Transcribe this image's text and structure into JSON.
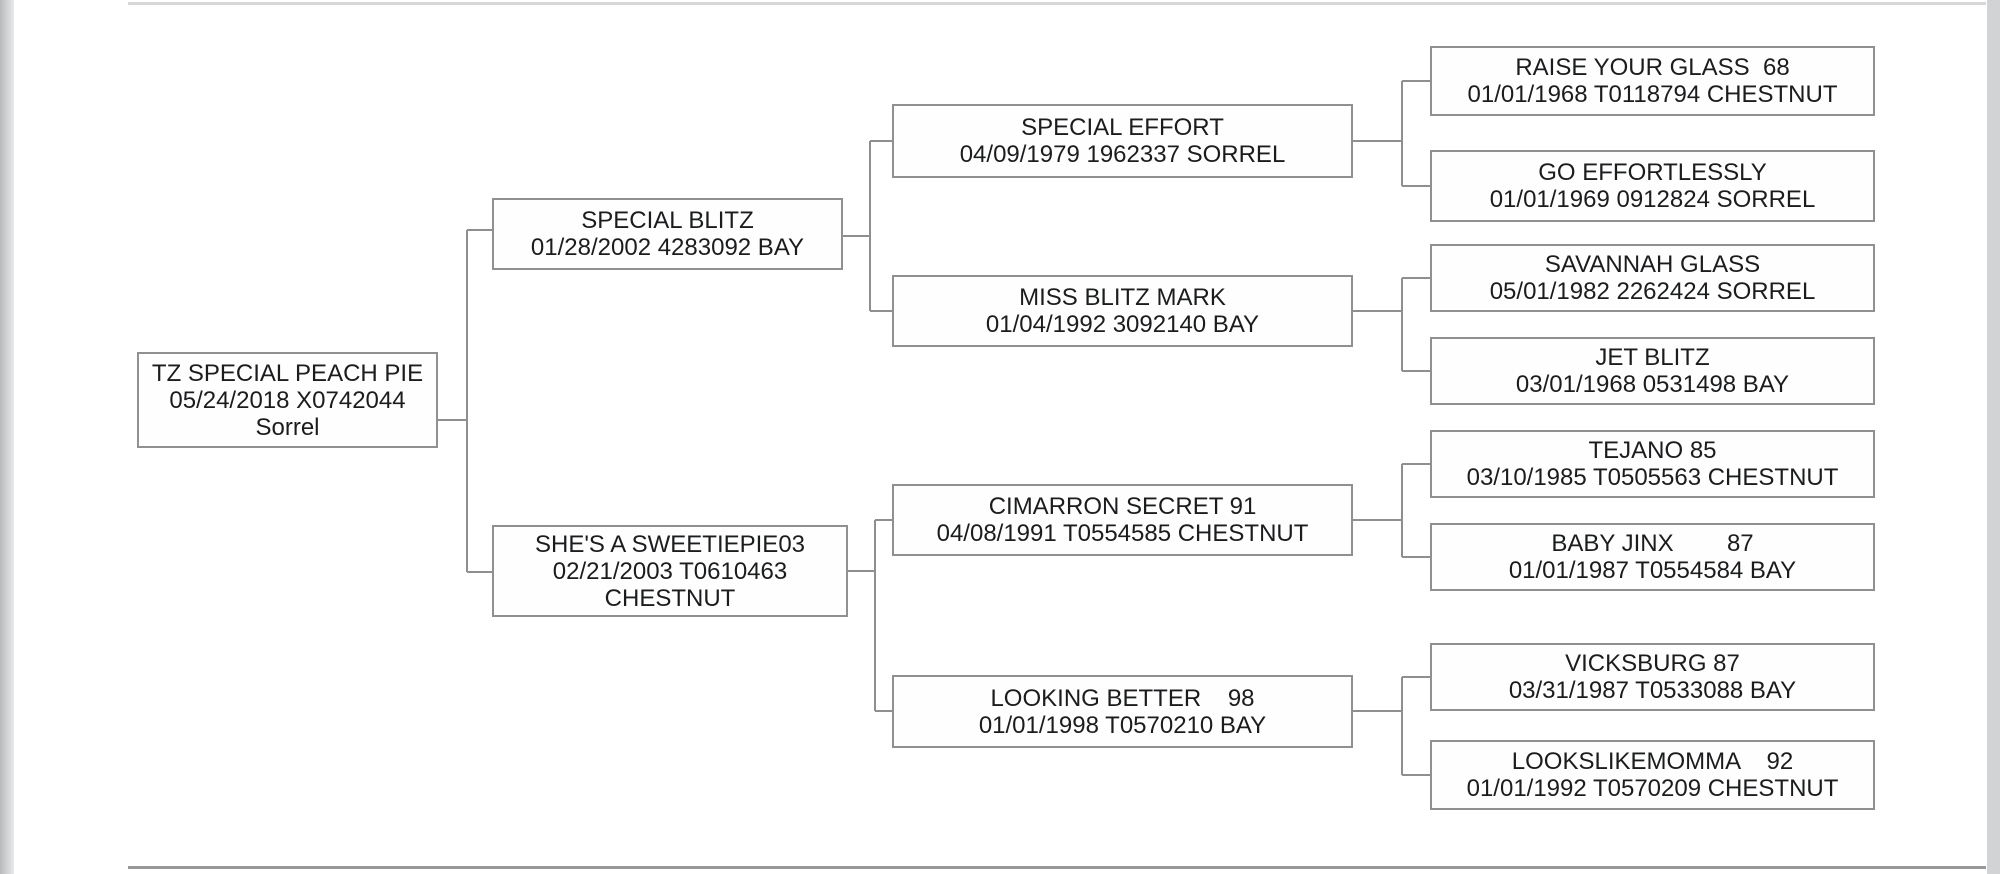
{
  "theme": {
    "background": "#ffffff",
    "box_border": "#8f9092",
    "connector": "#8e8f91",
    "text": "#1b1c1e",
    "gutter": "#d2d3d5",
    "rule_top": "#d6d7d9",
    "rule_bottom": "#98999b"
  },
  "pedigree": {
    "nodes": {
      "subject": {
        "name": "TZ SPECIAL PEACH PIE",
        "details": "05/24/2018 X0742044",
        "color": "Sorrel"
      },
      "sire": {
        "name": "SPECIAL BLITZ",
        "details": "01/28/2002 4283092 BAY",
        "color": ""
      },
      "dam": {
        "name": "SHE'S A SWEETIEPIE03",
        "details": "02/21/2003 T0610463",
        "color": "CHESTNUT"
      },
      "sire_sire": {
        "name": "SPECIAL EFFORT",
        "details": "04/09/1979 1962337 SORREL",
        "color": ""
      },
      "sire_dam": {
        "name": "MISS BLITZ MARK",
        "details": "01/04/1992 3092140 BAY",
        "color": ""
      },
      "dam_sire": {
        "name": "CIMARRON SECRET 91",
        "details": "04/08/1991 T0554585 CHESTNUT",
        "color": ""
      },
      "dam_dam": {
        "name": "LOOKING BETTER    98",
        "details": "01/01/1998 T0570210 BAY",
        "color": ""
      },
      "sire_sire_sire": {
        "name": "RAISE YOUR GLASS  68",
        "details": "01/01/1968 T0118794 CHESTNUT",
        "color": ""
      },
      "sire_sire_dam": {
        "name": "GO EFFORTLESSLY",
        "details": "01/01/1969 0912824 SORREL",
        "color": ""
      },
      "sire_dam_sire": {
        "name": "SAVANNAH GLASS",
        "details": "05/01/1982 2262424 SORREL",
        "color": ""
      },
      "sire_dam_dam": {
        "name": "JET BLITZ",
        "details": "03/01/1968 0531498 BAY",
        "color": ""
      },
      "dam_sire_sire": {
        "name": "TEJANO 85",
        "details": "03/10/1985 T0505563 CHESTNUT",
        "color": ""
      },
      "dam_sire_dam": {
        "name": "BABY JINX        87",
        "details": "01/01/1987 T0554584 BAY",
        "color": ""
      },
      "dam_dam_sire": {
        "name": "VICKSBURG 87",
        "details": "03/31/1987 T0533088 BAY",
        "color": ""
      },
      "dam_dam_dam": {
        "name": "LOOKSLIKEMOMMA    92",
        "details": "01/01/1992 T0570209 CHESTNUT",
        "color": ""
      }
    }
  }
}
